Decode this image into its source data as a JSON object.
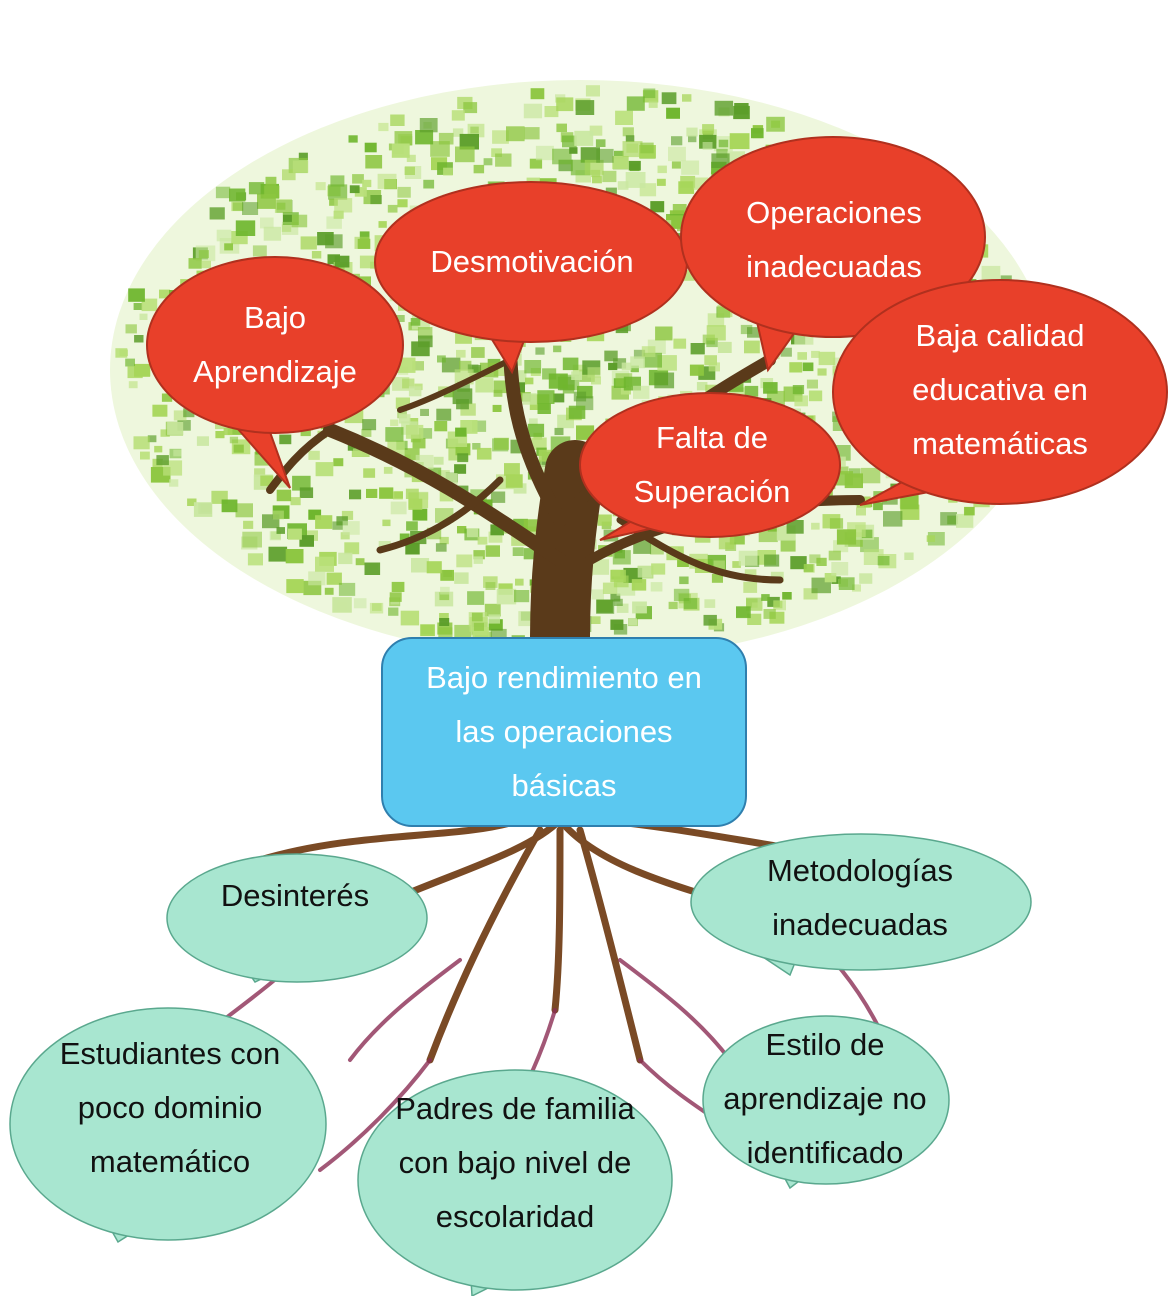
{
  "core_problem": {
    "lines": [
      "Bajo rendimiento en",
      "las operaciones",
      "básicas"
    ]
  },
  "effects": [
    {
      "id": "bajo-aprendizaje",
      "lines": [
        "Bajo",
        "Aprendizaje"
      ]
    },
    {
      "id": "desmotivacion",
      "lines": [
        "Desmotivación"
      ]
    },
    {
      "id": "operaciones-inadecuadas",
      "lines": [
        "Operaciones",
        "inadecuadas"
      ]
    },
    {
      "id": "baja-calidad",
      "lines": [
        "Baja calidad",
        "educativa en",
        "matemáticas"
      ]
    },
    {
      "id": "falta-superacion",
      "lines": [
        "Falta de",
        "Superación"
      ]
    }
  ],
  "causes": [
    {
      "id": "desinteres",
      "lines": [
        "Desinterés"
      ]
    },
    {
      "id": "metodologias",
      "lines": [
        "Metodologías",
        "inadecuadas"
      ]
    },
    {
      "id": "estudiantes",
      "lines": [
        "Estudiantes con",
        "poco dominio",
        "matemático"
      ]
    },
    {
      "id": "padres",
      "lines": [
        "Padres de familia",
        "con bajo nivel de",
        "escolaridad"
      ]
    },
    {
      "id": "estilo",
      "lines": [
        "Estilo de",
        "aprendizaje no",
        "identificado"
      ]
    }
  ],
  "colors": {
    "effect_fill": "#e8402a",
    "effect_stroke": "#b0301e",
    "core_fill": "#5bc8f0",
    "core_stroke": "#2f7fae",
    "cause_fill": "#a8e6d0",
    "cause_stroke": "#5aa88e",
    "foliage": "#8cc63f",
    "trunk": "#5a3a1a",
    "root": "#7a2f4a"
  }
}
